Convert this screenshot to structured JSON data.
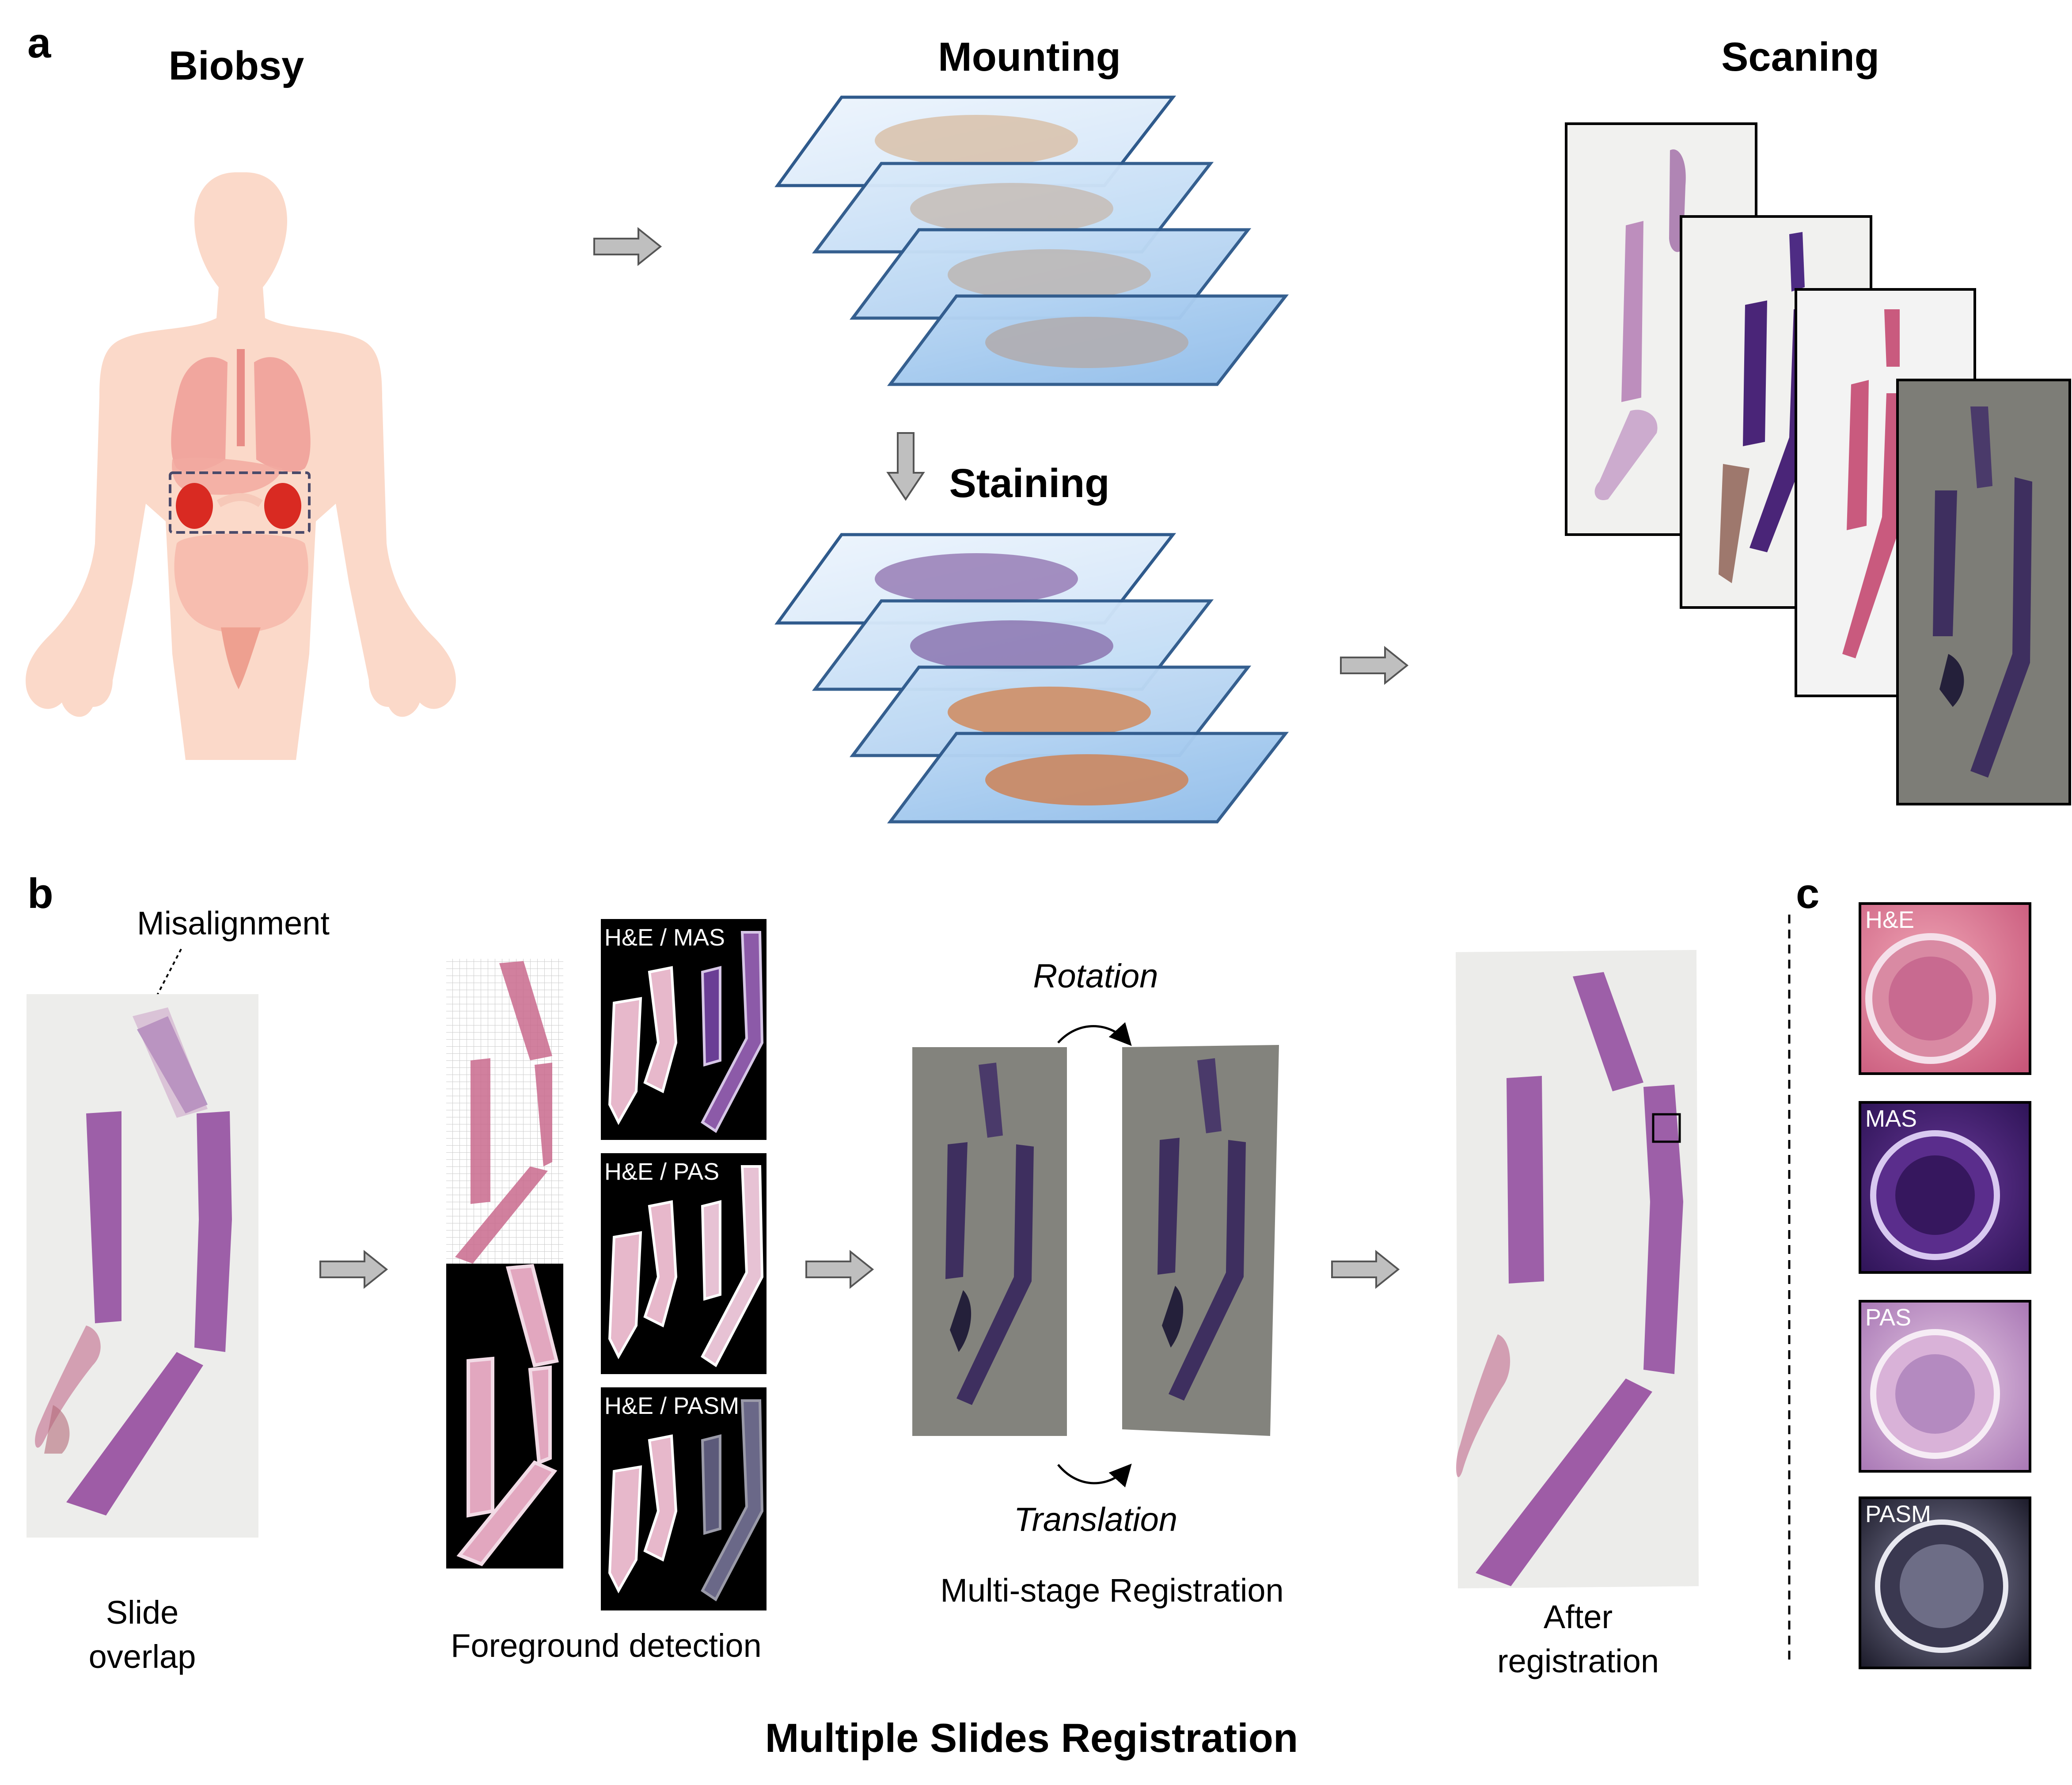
{
  "panel_a": {
    "label": "a",
    "biopsy_title": "Biobsy",
    "mounting_title": "Mounting",
    "staining_title": "Staining",
    "scanning_title": "Scaning"
  },
  "panel_b": {
    "label": "b",
    "misalignment_label": "Misalignment",
    "slide_overlap_line1": "Slide",
    "slide_overlap_line2": "overlap",
    "foreground_label": "Foreground detection",
    "pair_labels": [
      "H&E / MAS",
      "H&E / PAS",
      "H&E / PASM"
    ],
    "rotation_label": "Rotation",
    "translation_label": "Translation",
    "multistage_label": "Multi-stage Registration",
    "after_line1": "After",
    "after_line2": "registration",
    "bottom_title": "Multiple Slides Registration"
  },
  "panel_c": {
    "label": "c",
    "stains": [
      "H&E",
      "MAS",
      "PAS",
      "PASM"
    ]
  },
  "colors": {
    "body_skin": "#fbd9c9",
    "organ": "#f2a39a",
    "kidney": "#d92a22",
    "slide_edge": "#2f5a8c",
    "slide_fill_light": "#e6f0fb",
    "slide_fill_dark": "#aacdf0",
    "tissue_gray": "#bcb6b4",
    "tissue_purple": "#9b83b9",
    "tissue_orange": "#cf926d",
    "he_pink": "#b4619d",
    "mas_purple": "#4a2578",
    "pas_pink": "#c95a7e",
    "pasm_dark": "#262536",
    "arrow_gray": "#bfbfbf"
  }
}
